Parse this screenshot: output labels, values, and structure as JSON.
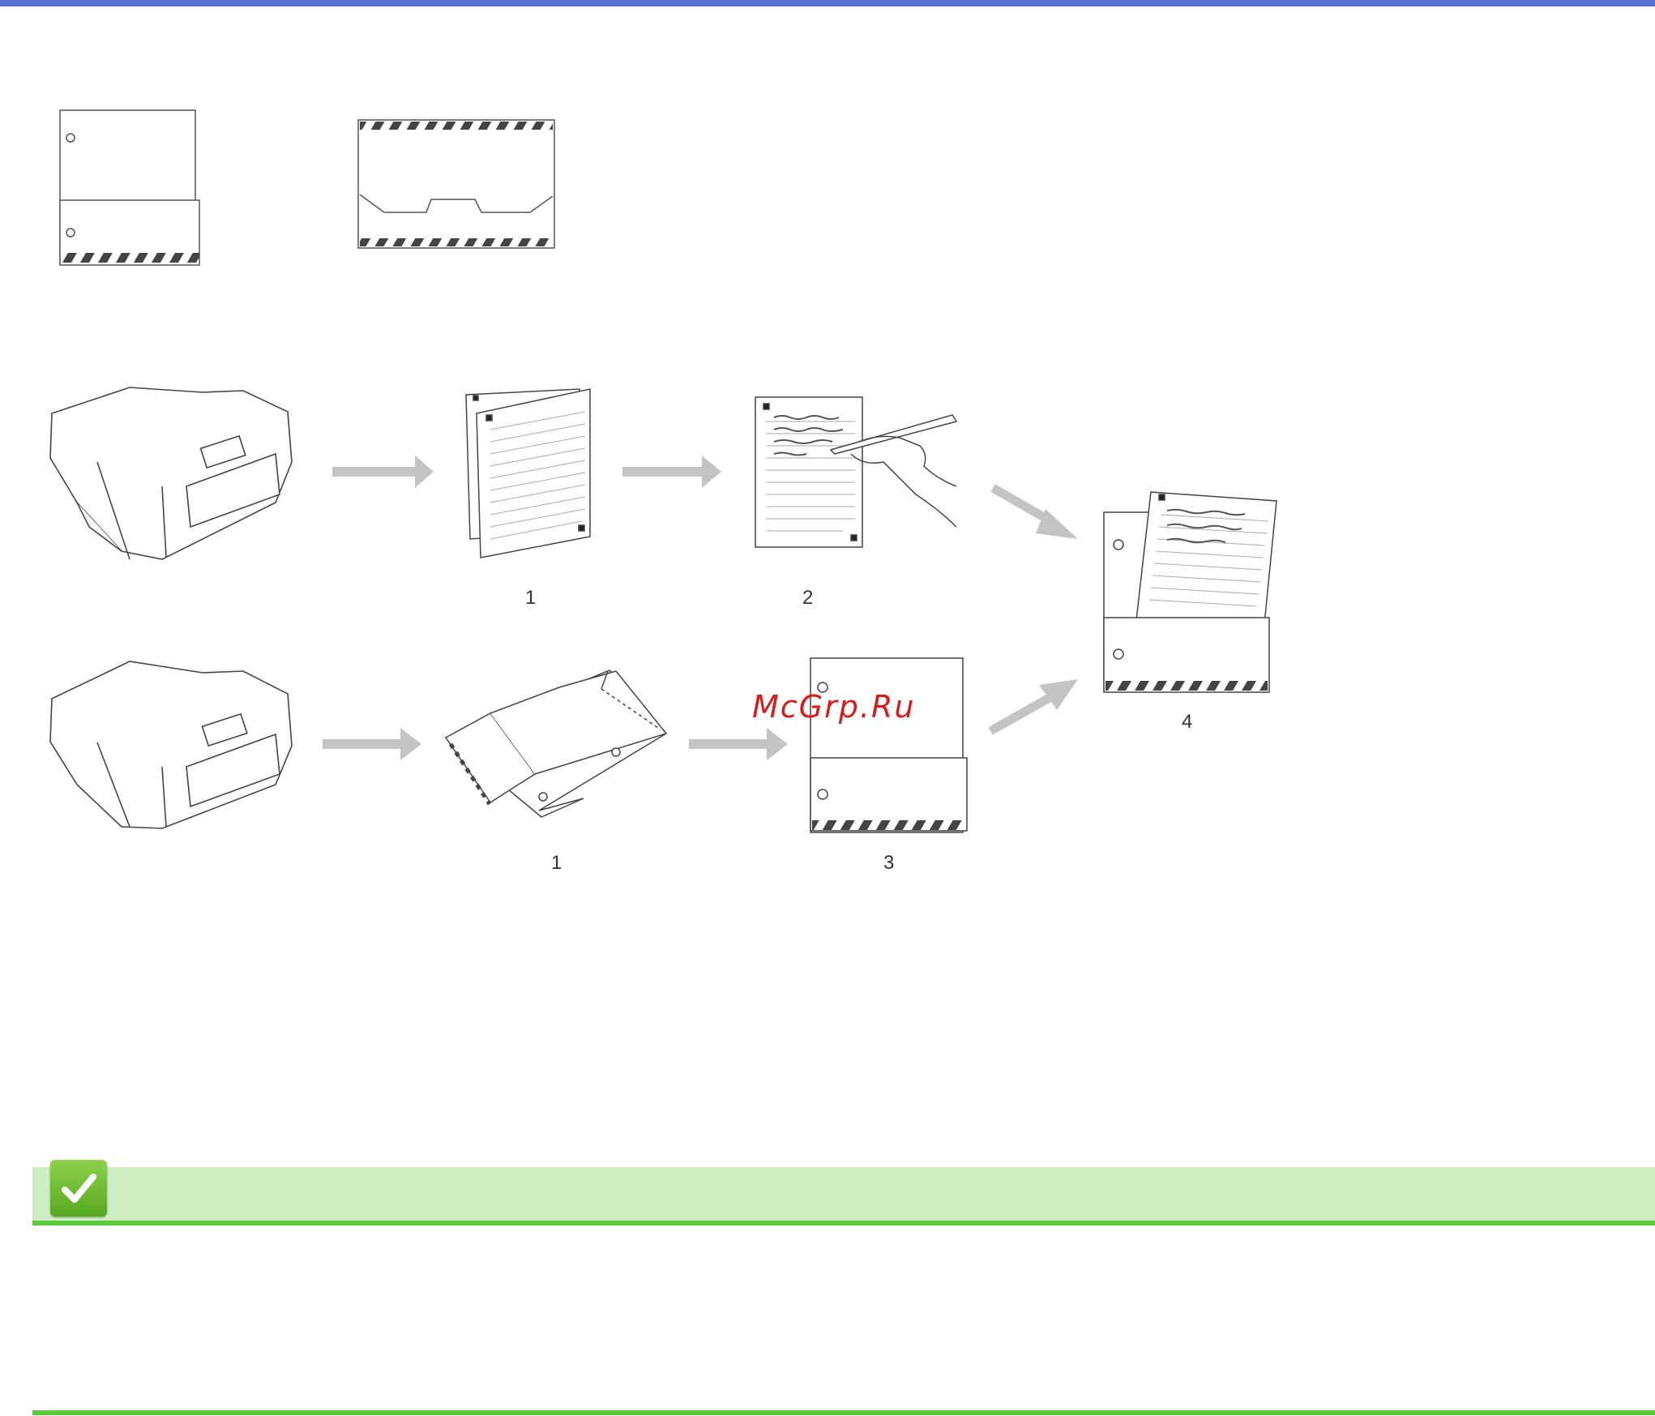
{
  "colors": {
    "top_bar": "#5a6fd6",
    "arrow": "#c4c4c4",
    "related_background": "#cdeec0",
    "related_line": "#5cc93b",
    "watermark": "#d81c1c",
    "stripe": "#444444"
  },
  "watermark": "McGrp.Ru",
  "icons": {
    "check": "checkmark-icon"
  },
  "labels": {
    "row1_step1": "1",
    "row1_step2": "2",
    "row2_step1": "1",
    "row2_step3": "3",
    "final_step": "4"
  }
}
